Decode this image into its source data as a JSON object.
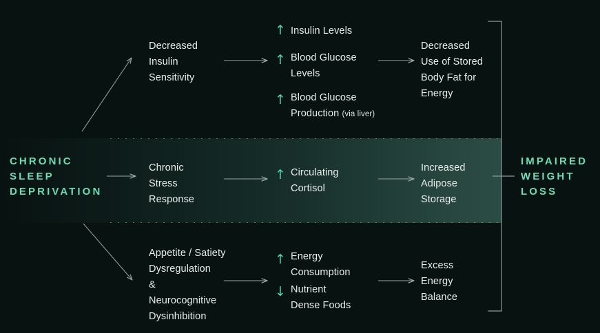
{
  "diagram": {
    "title_left": "CHRONIC\nSLEEP\nDEPRIVATION",
    "title_right": "IMPAIRED\nWEIGHT\nLOSS",
    "accent_color": "#6ddcb4",
    "arrow_color": "#54d6a8",
    "background_color": "#081211",
    "text_color": "#e8edeb",
    "rows": [
      {
        "id": "row-insulin",
        "mechanism": "Decreased\nInsulin\nSensitivity",
        "effects": [
          {
            "direction": "up",
            "icon": "arrow-up-icon",
            "label": "Insulin Levels",
            "note": ""
          },
          {
            "direction": "up",
            "icon": "arrow-up-icon",
            "label": "Blood Glucose\nLevels",
            "note": ""
          },
          {
            "direction": "up",
            "icon": "arrow-up-icon",
            "label": "Blood Glucose\nProduction ",
            "note": "(via liver)"
          }
        ],
        "outcome": "Decreased\nUse of Stored\nBody Fat for\nEnergy"
      },
      {
        "id": "row-cortisol",
        "mechanism": "Chronic\nStress\nResponse",
        "effects": [
          {
            "direction": "up",
            "icon": "arrow-up-icon",
            "label": "Circulating\nCortisol",
            "note": ""
          }
        ],
        "outcome": "Increased\nAdipose\nStorage"
      },
      {
        "id": "row-appetite",
        "mechanism": "Appetite / Satiety\nDysregulation\n&\nNeurocognitive\nDysinhibition",
        "effects": [
          {
            "direction": "up",
            "icon": "arrow-up-icon",
            "label": "Energy\nConsumption",
            "note": ""
          },
          {
            "direction": "down",
            "icon": "arrow-down-icon",
            "label": "Nutrient\nDense Foods",
            "note": ""
          }
        ],
        "outcome": "Excess\nEnergy\nBalance"
      }
    ],
    "glyphs": {
      "up": "↑",
      "down": "↓"
    }
  }
}
